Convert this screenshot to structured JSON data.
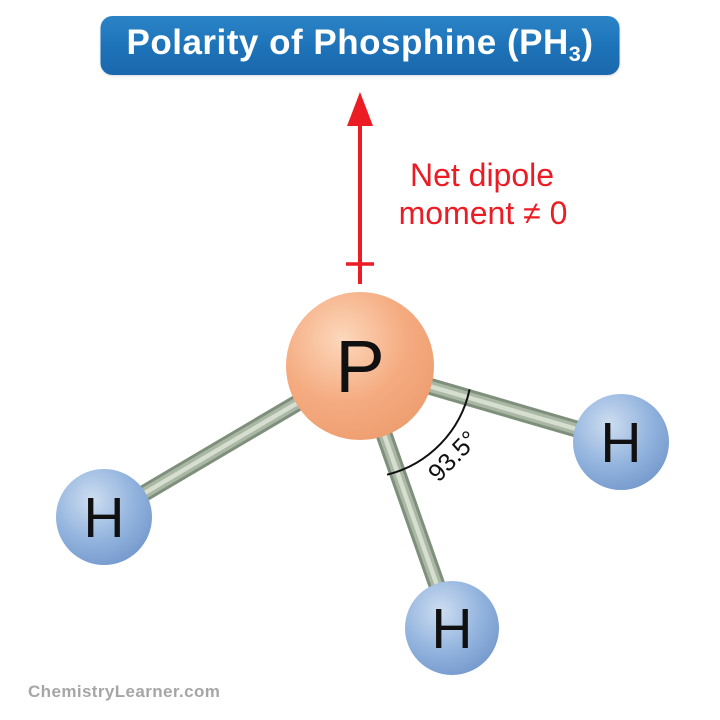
{
  "title": {
    "prefix": "Polarity of Phosphine (PH",
    "subscript": "3",
    "suffix": ")"
  },
  "dipole": {
    "line1": "Net dipole",
    "line2": "moment ≠ 0"
  },
  "molecule": {
    "central_atom_label": "P",
    "hydrogen_left_label": "H",
    "hydrogen_right_label": "H",
    "hydrogen_bottom_label": "H",
    "bond_angle_label": "93.5°"
  },
  "footer": {
    "watermark": "ChemistryLearner.com"
  },
  "colors": {
    "banner_blue": "#1d72b7",
    "arrow_red": "#ec1c24",
    "phosphorus_orange": "#f5ab80",
    "hydrogen_blue": "#93b4de",
    "bond_gray_green": "#a9b7a4",
    "watermark_gray": "#a6a6a6",
    "text_black": "#101010"
  }
}
